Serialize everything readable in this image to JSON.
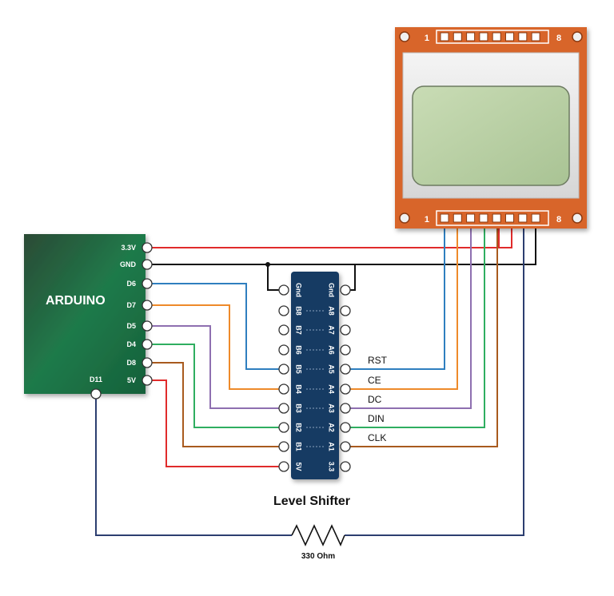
{
  "arduino": {
    "title": "ARDUINO",
    "pins": [
      "3.3V",
      "GND",
      "D6",
      "D7",
      "D5",
      "D4",
      "D8",
      "5V"
    ],
    "bottom_pin": "D11",
    "board_color": "#1f6b45"
  },
  "level_shifter": {
    "title": "Level Shifter",
    "left_pins": [
      "Gnd",
      "B8",
      "B7",
      "B6",
      "B5",
      "B4",
      "B3",
      "B2",
      "B1",
      "5V"
    ],
    "right_pins": [
      "Gnd",
      "A8",
      "A7",
      "A6",
      "A5",
      "A4",
      "A3",
      "A2",
      "A1",
      "3.3"
    ],
    "board_color": "#163a63"
  },
  "lcd": {
    "top_pin_start": "1",
    "top_pin_end": "8",
    "bottom_pin_start": "1",
    "bottom_pin_end": "8",
    "board_color": "#d8652a",
    "screen_color": "#b8cfa4"
  },
  "signals": [
    "RST",
    "CE",
    "DC",
    "DIN",
    "CLK"
  ],
  "resistor": {
    "label": "330 Ohm"
  },
  "wire_colors": {
    "red": "#e02b2b",
    "black": "#111111",
    "blue": "#2f7fbf",
    "orange": "#ee8a2a",
    "purple": "#8e6fb0",
    "green": "#2fae60",
    "brown": "#a85a1e",
    "navy": "#2c3e70"
  }
}
